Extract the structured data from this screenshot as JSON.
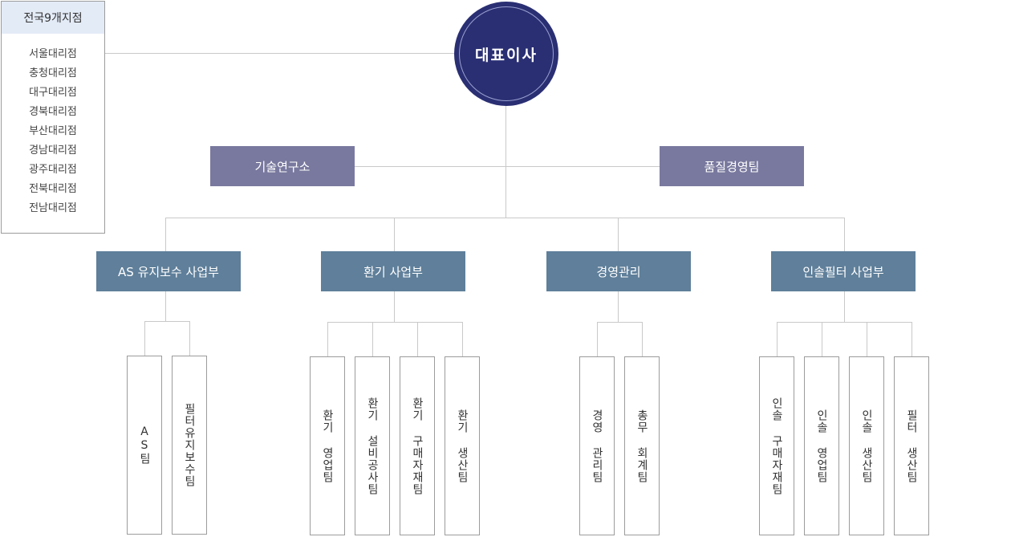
{
  "branches": {
    "title": "전국9개지점",
    "items": [
      "서울대리점",
      "충청대리점",
      "대구대리점",
      "경북대리점",
      "부산대리점",
      "경남대리점",
      "광주대리점",
      "전북대리점",
      "전남대리점"
    ]
  },
  "ceo": "대표이사",
  "staff": {
    "lab": "기술연구소",
    "quality": "품질경영팀"
  },
  "divisions": {
    "as": {
      "name": "AS 유지보수 사업부",
      "teams": [
        "AS팀",
        "필터유지보수팀"
      ]
    },
    "hvac": {
      "name": "환기 사업부",
      "teams": [
        "환기 영업팀",
        "환기 설비공사팀",
        "환기 구매자재팀",
        "환기 생산팀"
      ]
    },
    "mgmt": {
      "name": "경영관리",
      "teams": [
        "경영 관리팀",
        "총무 회계팀"
      ]
    },
    "filter": {
      "name": "인솔필터 사업부",
      "teams": [
        "인솔 구매자재팀",
        "인솔 영업팀",
        "인솔 생산팀",
        "필터 생산팀"
      ]
    }
  }
}
